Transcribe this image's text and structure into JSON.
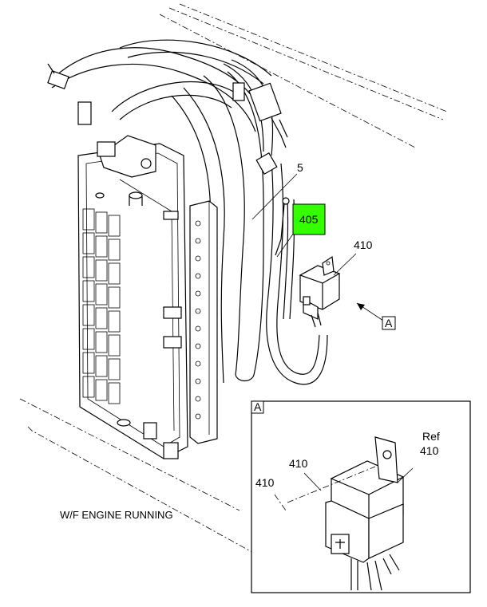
{
  "callouts": {
    "harness": "5",
    "highlighted_part": "405",
    "relay": "410",
    "view_ref_main": "A"
  },
  "caption": "W/F ENGINE RUNNING",
  "detail_view": {
    "title": "A",
    "ref_text": "Ref",
    "ref_number": "410",
    "label_upper": "410",
    "label_lower": "410"
  },
  "colors": {
    "highlight": "#33ff00",
    "line": "#000000",
    "background": "#ffffff"
  }
}
